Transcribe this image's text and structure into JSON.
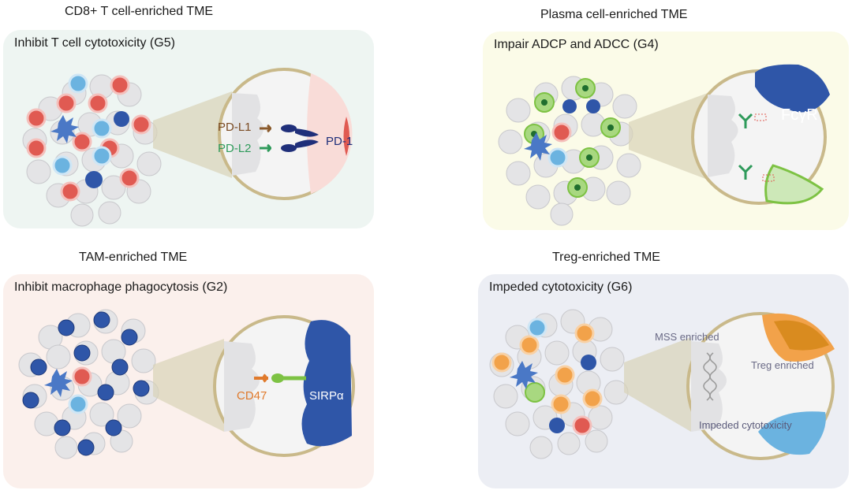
{
  "panels": [
    {
      "heading": "CD8+ T cell-enriched TME",
      "title": "Inhibit  T cell cytotoxicity (G5)",
      "bg": "#eef5f2"
    },
    {
      "heading": "Plasma cell-enriched TME",
      "title": "Impair  ADCP and ADCC (G4)",
      "bg": "#fbfbe8"
    },
    {
      "heading": "TAM-enriched TME",
      "title": "Inhibit  macrophage phagocytosis (G2)",
      "bg": "#fbf0ec"
    },
    {
      "heading": "Treg-enriched TME",
      "title": "Impeded cytotoxicity (G6)",
      "bg": "#eceef4"
    }
  ],
  "labels": {
    "pdl1": "PD-L1",
    "pdl2": "PD-L2",
    "pd1": "PD-1",
    "fcyr": "FcγR",
    "cd47": "CD47",
    "sirpa": "SIRPα",
    "mss": "MSS enriched",
    "treg": "Treg enriched",
    "impeded": "Impeded cytotoxicity"
  },
  "colors": {
    "tumor_cell": "#e4e4e6",
    "t_cell_red": "#e05a52",
    "t_cell_blue": "#6bb3e0",
    "macrophage": "#2f56a8",
    "plasma_green": "#7dc243",
    "treg_orange": "#f2a24a",
    "pd_brown": "#8a5a2b",
    "pd_green": "#2e9a5a",
    "pd_navy": "#1f2f7a",
    "cd47_orange": "#e07a2c",
    "circle_border": "#c9b98a"
  },
  "icons": [
    "tumor-cluster-icon",
    "zoom-lens-icon",
    "dendritic-cell-icon",
    "antibody-icon",
    "dna-helix-icon"
  ]
}
